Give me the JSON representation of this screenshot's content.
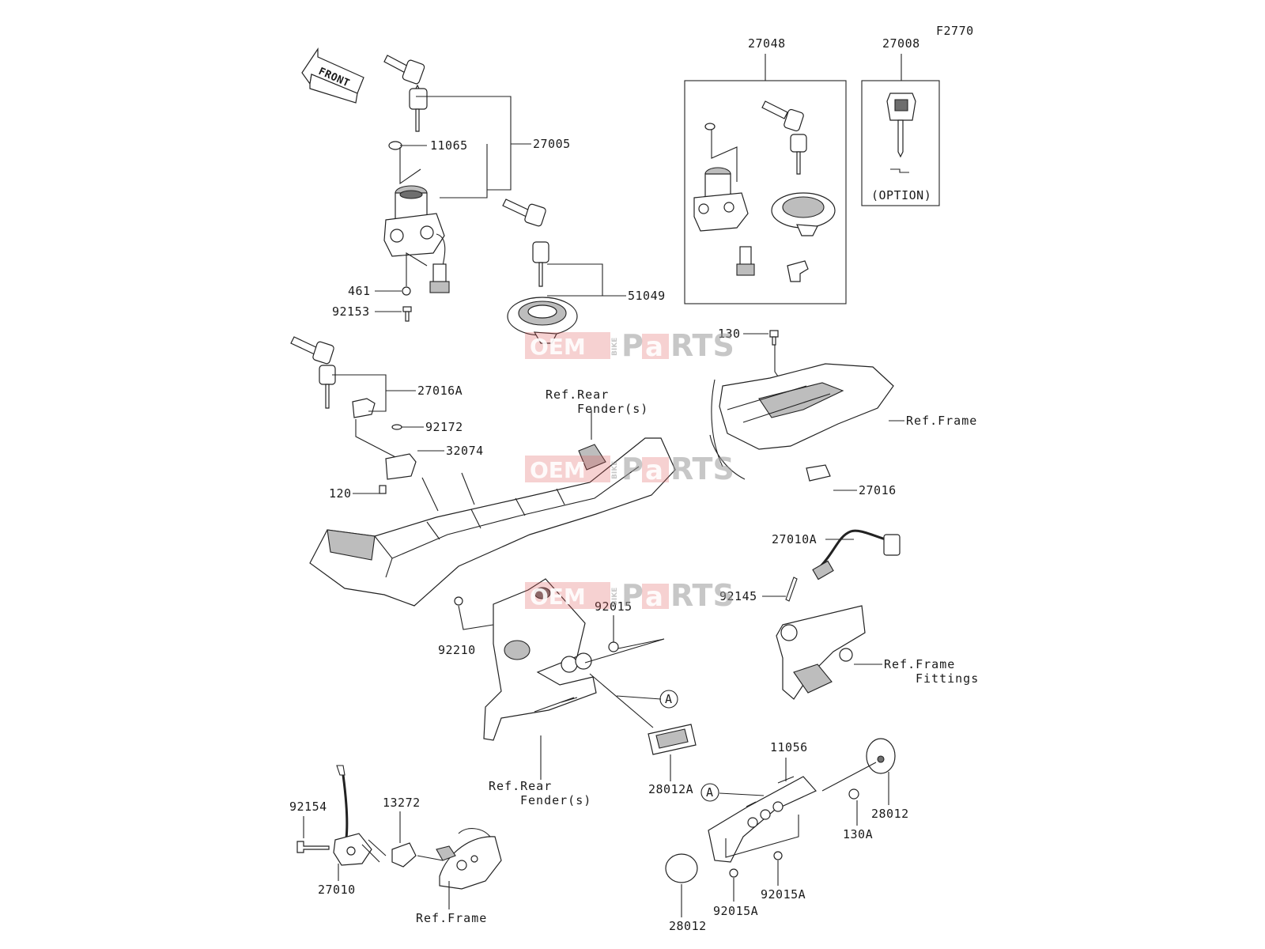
{
  "figure_code": "F2770",
  "front_arrow": "FRONT",
  "labels": {
    "p27005": "27005",
    "p11065": "11065",
    "p461": "461",
    "p92153": "92153",
    "p51049": "51049",
    "p27048": "27048",
    "p27008": "27008",
    "option": "(OPTION)",
    "p27016A": "27016A",
    "p92172": "92172",
    "p32074": "32074",
    "p120": "120",
    "ref_rear_fender_1a": "Ref.Rear",
    "ref_rear_fender_1b": "Fender(s)",
    "p130": "130",
    "ref_frame_1": "Ref.Frame",
    "p27016": "27016",
    "p27010A": "27010A",
    "p92145": "92145",
    "ref_frame_fittings_a": "Ref.Frame",
    "ref_frame_fittings_b": "Fittings",
    "p92015": "92015",
    "p92210": "92210",
    "callout_a1": "A",
    "ref_rear_fender_2a": "Ref.Rear",
    "ref_rear_fender_2b": "Fender(s)",
    "p28012A": "28012A",
    "p11056": "11056",
    "callout_a2": "A",
    "p28012_top": "28012",
    "p130A": "130A",
    "p92154": "92154",
    "p13272": "13272",
    "p27010": "27010",
    "ref_frame_2": "Ref.Frame",
    "p92015A_1": "92015A",
    "p92015A_2": "92015A",
    "p28012_bottom": "28012"
  },
  "watermark": {
    "part1": "OEM",
    "part2": "BIKE",
    "part3": "P",
    "part4": "a",
    "part5": "RTS"
  },
  "colors": {
    "line": "#222222",
    "watermark_red": "#e05a5a",
    "watermark_gray": "#9a9a9a"
  }
}
